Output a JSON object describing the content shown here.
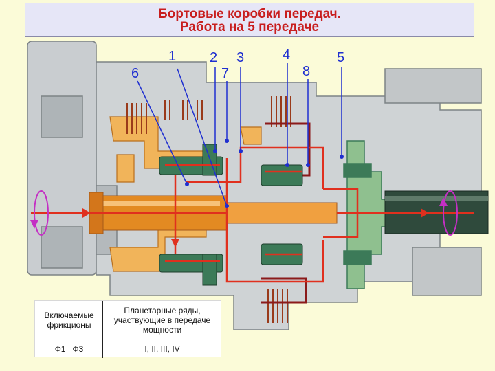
{
  "title": {
    "line1": "Бортовые коробки передач.",
    "line2": "Работа на 5 передаче"
  },
  "callouts": [
    "1",
    "2",
    "3",
    "4",
    "5",
    "6",
    "7",
    "8"
  ],
  "table": {
    "header_left": "Включаемые фрикционы",
    "header_right": "Планетарные ряды, участвующие в передаче мощности",
    "row_left": "Ф1   Ф3",
    "row_right": "I, II, III, IV"
  },
  "colors": {
    "background": "#fbfbd8",
    "housing_gray": "#b9bec0",
    "shaft_orange": "#e38a22",
    "pinion_green": "#3c7a58",
    "output_green": "#8fc08f",
    "power_flow_red": "#e0301e",
    "callout_blue": "#1f2fd0",
    "title_red": "#c81e1e"
  }
}
